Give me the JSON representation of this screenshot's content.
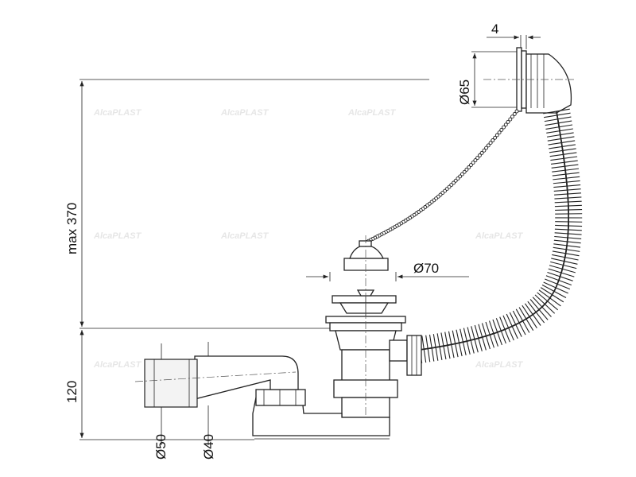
{
  "dimensions": {
    "overflow_depth": "4",
    "overflow_diameter": "Ø65",
    "height_max": "max 370",
    "plug_diameter": "Ø70",
    "trap_height": "120",
    "outlet_outer_diameter": "Ø50",
    "outlet_inner_diameter": "Ø40"
  },
  "watermark": {
    "brand": "AlcaPLAST"
  },
  "colors": {
    "line": "#222222",
    "watermark": "#e6e6e6"
  }
}
